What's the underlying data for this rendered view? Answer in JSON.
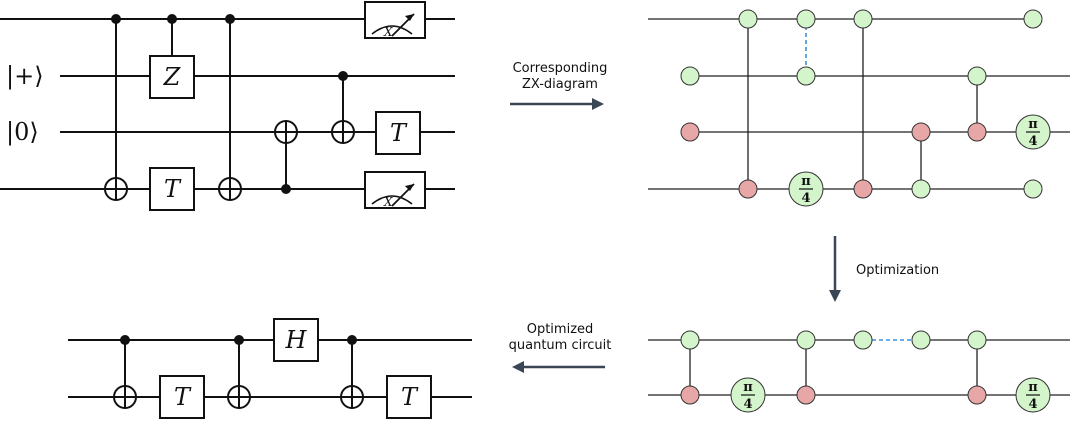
{
  "circuit_top": {
    "states": [
      "|+⟩",
      "|0⟩"
    ],
    "gates": {
      "z": "Z",
      "t1": "T",
      "t2": "T",
      "meas_label": "X"
    }
  },
  "circuit_bottom": {
    "gates": {
      "h": "H",
      "t1": "T",
      "t2": "T"
    }
  },
  "zx_top": {
    "phase_1": "π/4",
    "phase_2": "π/4"
  },
  "zx_bottom": {
    "phase_1": "π/4",
    "phase_2": "π/4"
  },
  "labels": {
    "corresponding_line1": "Corresponding",
    "corresponding_line2": "ZX-diagram",
    "optimization": "Optimization",
    "optimized_line1": "Optimized",
    "optimized_line2": "quantum circuit"
  },
  "colors": {
    "green_spider": "#d4f5cc",
    "red_spider": "#e8a7a7",
    "hadamard_edge": "#3d8fe0",
    "arrow": "#3a4556"
  }
}
